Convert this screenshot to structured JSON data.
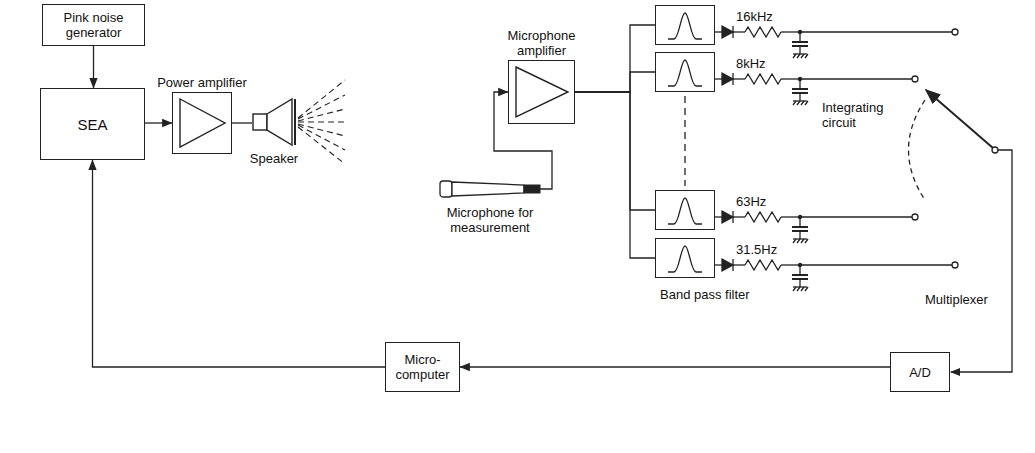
{
  "diagram": {
    "nodes": [
      {
        "text": [
          "Pink noise generator"
        ]
      },
      {
        "text": [
          "SEA"
        ]
      },
      {
        "text": [
          "Power amplifier"
        ]
      },
      {
        "text": [
          "Speaker"
        ]
      },
      {
        "text": [
          "Microphone for measurement"
        ]
      },
      {
        "text": [
          "Microphone amplifier"
        ]
      },
      {
        "text": [
          "16kHz"
        ]
      },
      {
        "text": [
          "8kHz"
        ]
      },
      {
        "text": [
          "63Hz"
        ]
      },
      {
        "text": [
          "31.5Hz"
        ]
      },
      {
        "text": [
          "Micro-computer"
        ]
      },
      {
        "text": [
          "A/D"
        ]
      }
    ],
    "edges": [
      {
        "from": 0,
        "to": 1,
        "arrow": "to"
      },
      {
        "from": 1,
        "to": 2,
        "arrow": "to"
      },
      {
        "from": 2,
        "to": 3,
        "arrow": "none"
      },
      {
        "from": 4,
        "to": 5,
        "arrow": "to"
      },
      {
        "from": 5,
        "to": 6,
        "arrow": "none"
      },
      {
        "from": 5,
        "to": 7,
        "arrow": "none"
      },
      {
        "from": 5,
        "to": 8,
        "arrow": "none"
      },
      {
        "from": 5,
        "to": 9,
        "arrow": "none"
      },
      {
        "from": 11,
        "to": 10,
        "arrow": "to"
      },
      {
        "from": 10,
        "to": 1,
        "arrow": "to"
      }
    ],
    "labels": [
      "Integrating circuit",
      "Multiplexer",
      "Band pass filter"
    ]
  }
}
